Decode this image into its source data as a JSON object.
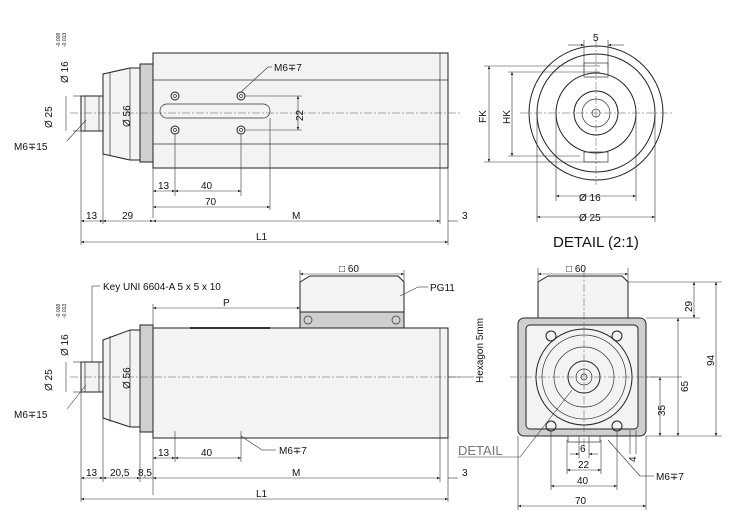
{
  "top_view": {
    "thread_m6_depth7": "M6∓7",
    "thread_m6_depth15": "M6∓15",
    "dia16": "Ø 16",
    "dia16_tol_upper": "-0.008",
    "dia16_tol_lower": "-0.013",
    "dia25": "Ø 25",
    "dia56": "Ø 56",
    "dim_22": "22",
    "dim_13": "13",
    "dim_40": "40",
    "dim_70": "70",
    "dim_13b": "13",
    "dim_29": "29",
    "dim_M": "M",
    "dim_3": "3",
    "dim_L1": "L1"
  },
  "detail_view": {
    "dim_5": "5",
    "dim_FK": "FK",
    "dim_HK": "HK",
    "dia16": "Ø 16",
    "dia25": "Ø 25",
    "title": "DETAIL (2:1)"
  },
  "side_view": {
    "key_label": "Key UNI 6604-A 5 x 5 x 10",
    "square60": "□ 60",
    "pg11": "PG11",
    "dim_P": "P",
    "hexagon": "Hexagon 5mm",
    "dia16": "Ø 16",
    "dia16_tol_upper": "-0.008",
    "dia16_tol_lower": "-0.013",
    "dia25": "Ø 25",
    "dia56": "Ø 56",
    "thread_m6_depth15": "M6∓15",
    "dim_13": "13",
    "dim_40": "40",
    "thread_m6_depth7": "M6∓7",
    "dim_13b": "13",
    "dim_20_5": "20,5",
    "dim_8_5": "8,5",
    "dim_M": "M",
    "dim_3": "3",
    "dim_L1": "L1"
  },
  "front_view": {
    "square60": "□ 60",
    "dim_29": "29",
    "dim_94": "94",
    "dim_65": "65",
    "dim_35": "35",
    "detail_link": "DETAIL",
    "dim_6": "6",
    "dim_22": "22",
    "dim_4": "4",
    "dim_40": "40",
    "dim_70": "70",
    "thread_m6_depth7": "M6∓7"
  }
}
